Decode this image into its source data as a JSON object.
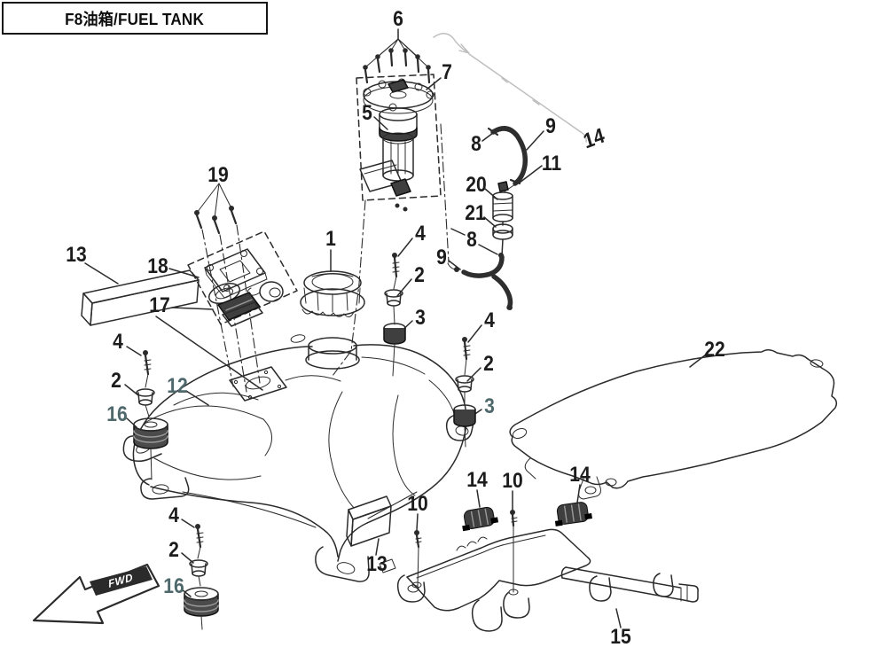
{
  "header": {
    "title": "F8油箱/FUEL TANK"
  },
  "diagram": {
    "type": "exploded-parts-diagram",
    "subject": "Fuel tank assembly",
    "compass": {
      "label": "FWD"
    },
    "callouts": [
      {
        "ref": "6"
      },
      {
        "ref": "7"
      },
      {
        "ref": "5"
      },
      {
        "ref": "8"
      },
      {
        "ref": "9"
      },
      {
        "ref": "14"
      },
      {
        "ref": "11"
      },
      {
        "ref": "20"
      },
      {
        "ref": "21"
      },
      {
        "ref": "8"
      },
      {
        "ref": "9"
      },
      {
        "ref": "19"
      },
      {
        "ref": "13"
      },
      {
        "ref": "18"
      },
      {
        "ref": "17"
      },
      {
        "ref": "1"
      },
      {
        "ref": "4"
      },
      {
        "ref": "2"
      },
      {
        "ref": "3"
      },
      {
        "ref": "4"
      },
      {
        "ref": "2"
      },
      {
        "ref": "3"
      },
      {
        "ref": "22"
      },
      {
        "ref": "4"
      },
      {
        "ref": "2"
      },
      {
        "ref": "16"
      },
      {
        "ref": "12"
      },
      {
        "ref": "4"
      },
      {
        "ref": "2"
      },
      {
        "ref": "16"
      },
      {
        "ref": "10"
      },
      {
        "ref": "14"
      },
      {
        "ref": "10"
      },
      {
        "ref": "14"
      },
      {
        "ref": "13"
      },
      {
        "ref": "15"
      }
    ]
  }
}
